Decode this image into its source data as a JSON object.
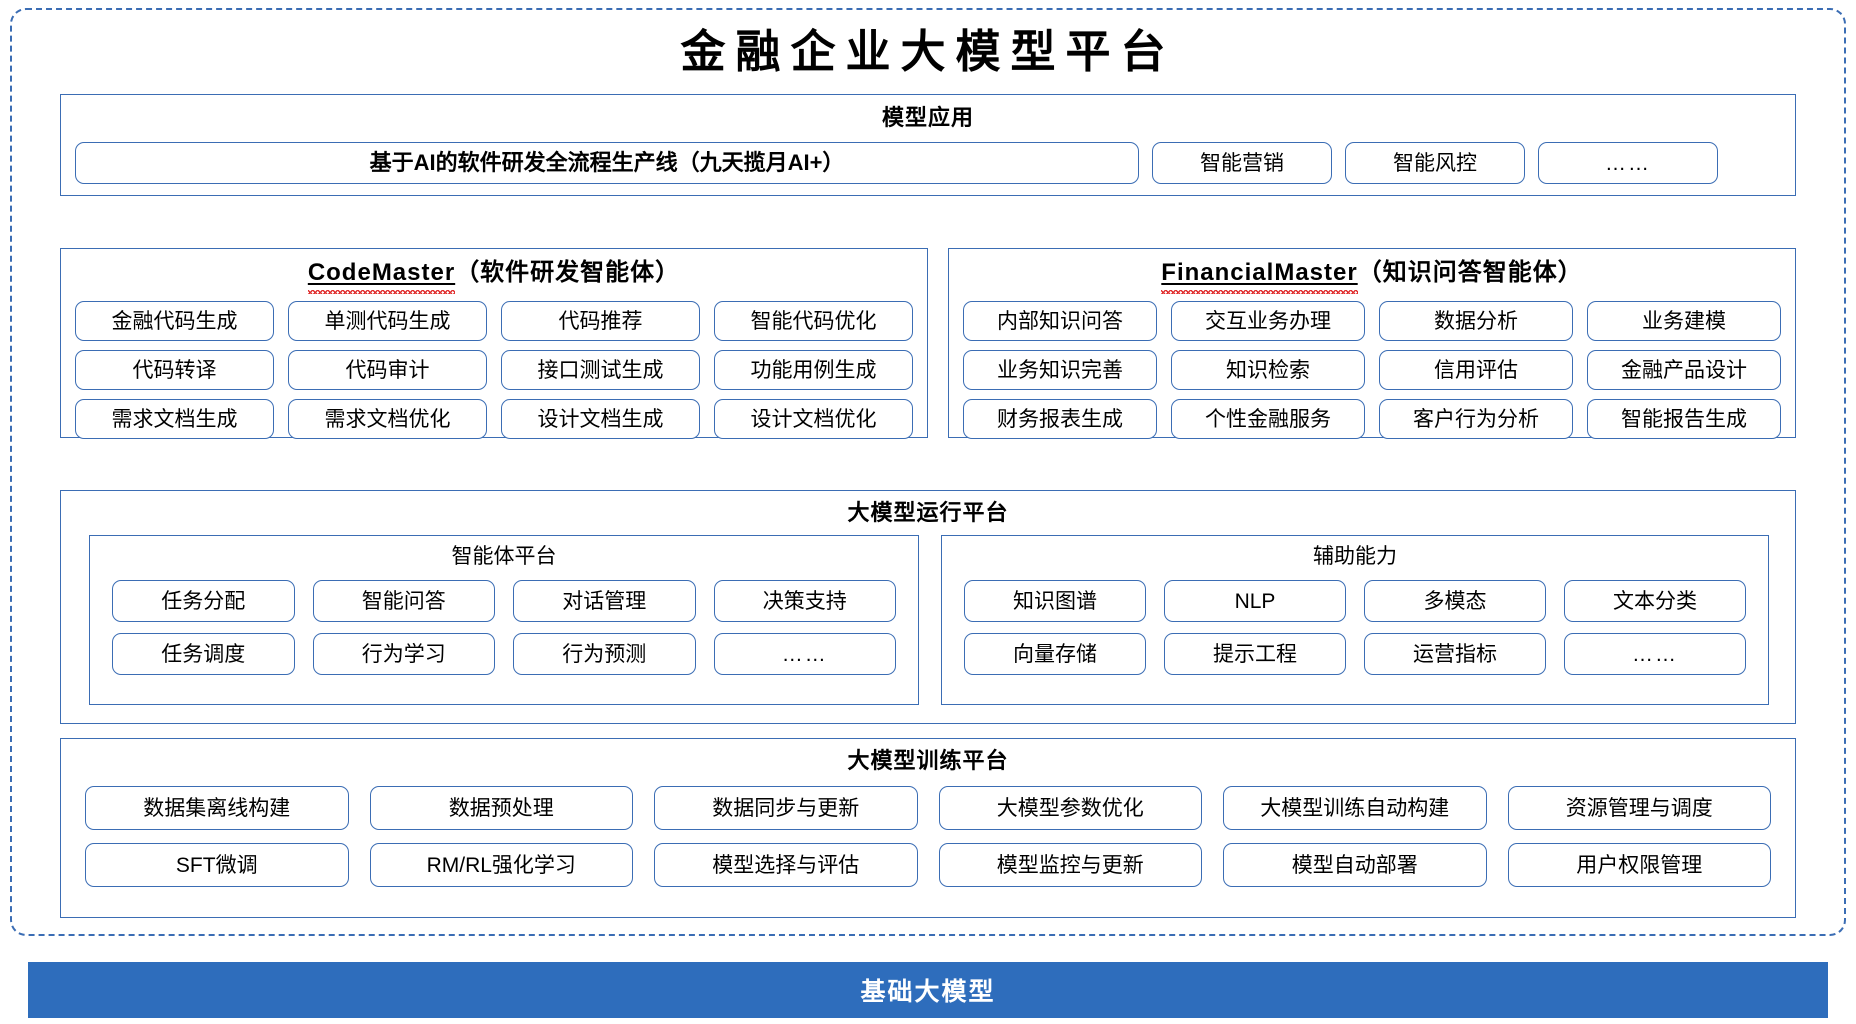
{
  "page": {
    "title": "金融企业大模型平台"
  },
  "model_application": {
    "title": "模型应用",
    "pipeline": "基于AI的软件研发全流程生产线（九天揽月AI+）",
    "items": [
      "智能营销",
      "智能风控",
      "……"
    ]
  },
  "agents": [
    {
      "name": "CodeMaster",
      "suffix": "（软件研发智能体）",
      "items": [
        "金融代码生成",
        "单测代码生成",
        "代码推荐",
        "智能代码优化",
        "代码转译",
        "代码审计",
        "接口测试生成",
        "功能用例生成",
        "需求文档生成",
        "需求文档优化",
        "设计文档生成",
        "设计文档优化"
      ]
    },
    {
      "name": "FinancialMaster",
      "suffix": "（知识问答智能体）",
      "items": [
        "内部知识问答",
        "交互业务办理",
        "数据分析",
        "业务建模",
        "业务知识完善",
        "知识检索",
        "信用评估",
        "金融产品设计",
        "财务报表生成",
        "个性金融服务",
        "客户行为分析",
        "智能报告生成"
      ]
    }
  ],
  "runtime_platform": {
    "title": "大模型运行平台",
    "groups": [
      {
        "title": "智能体平台",
        "items": [
          "任务分配",
          "智能问答",
          "对话管理",
          "决策支持",
          "任务调度",
          "行为学习",
          "行为预测",
          "……"
        ]
      },
      {
        "title": "辅助能力",
        "items": [
          "知识图谱",
          "NLP",
          "多模态",
          "文本分类",
          "向量存储",
          "提示工程",
          "运营指标",
          "……"
        ]
      }
    ]
  },
  "training_platform": {
    "title": "大模型训练平台",
    "items": [
      "数据集离线构建",
      "数据预处理",
      "数据同步与更新",
      "大模型参数优化",
      "大模型训练自动构建",
      "资源管理与调度",
      "SFT微调",
      "RM/RL强化学习",
      "模型选择与评估",
      "模型监控与更新",
      "模型自动部署",
      "用户权限管理"
    ]
  },
  "base_model": {
    "label": "基础大模型"
  },
  "colors": {
    "border_blue": "#3B6DB4",
    "bar_blue": "#2E6DBC",
    "squiggle_red": "#E03030",
    "text": "#000000"
  }
}
